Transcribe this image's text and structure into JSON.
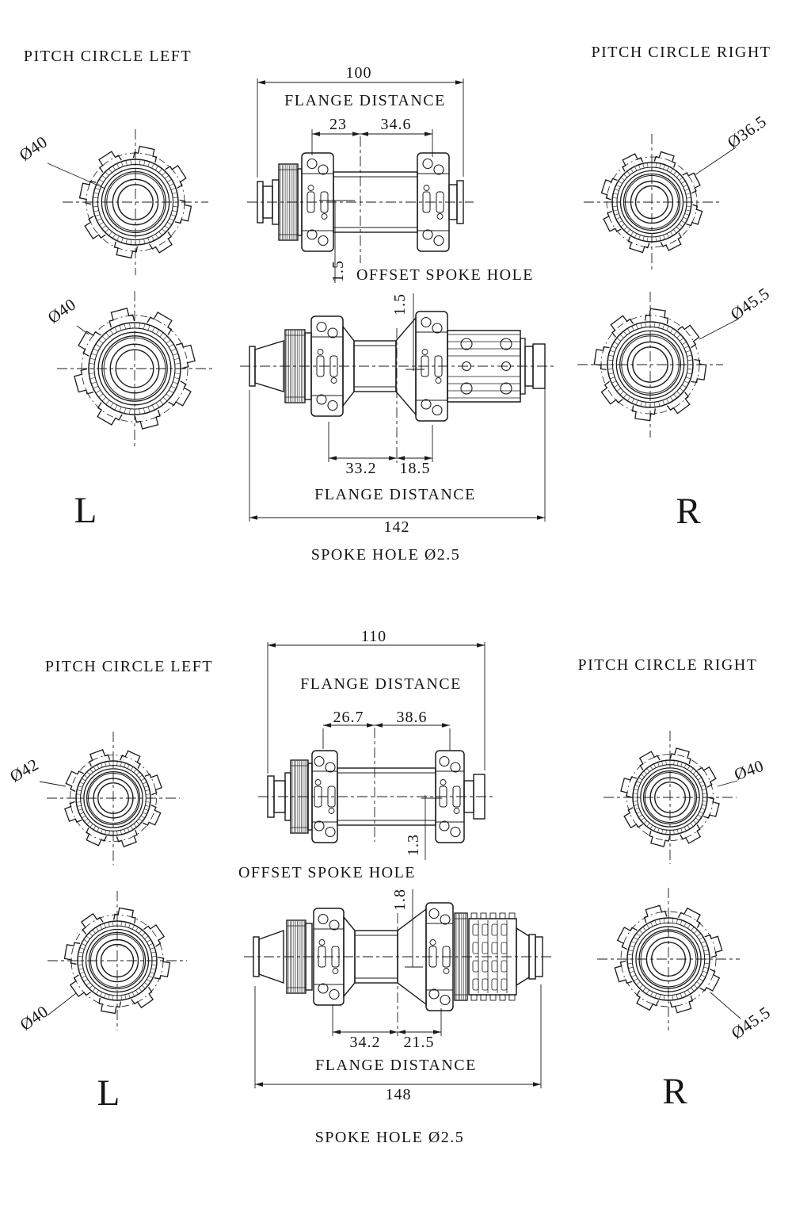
{
  "hubs": [
    {
      "pitch_circle_left_title": "PITCH CIRCLE LEFT",
      "pitch_circle_right_title": "PITCH CIRCLE RIGHT",
      "left_view_label": "L",
      "right_view_label": "R",
      "left_diameters": [
        "Ø40",
        "Ø40"
      ],
      "right_diameters": [
        "Ø36.5",
        "Ø45.5"
      ],
      "front_view": {
        "overall_width": "100",
        "flange_distance_label": "FLANGE DISTANCE",
        "flange_left": "23",
        "flange_right": "34.6",
        "spoke_offset": "1.5"
      },
      "offset_spoke_hole_label": "OFFSET SPOKE HOLE",
      "rear_view": {
        "overall_width": "142",
        "flange_distance_label": "FLANGE DISTANCE",
        "flange_left": "33.2",
        "flange_right": "18.5",
        "spoke_offset": "1.5"
      },
      "spoke_hole_label": "SPOKE HOLE Ø2.5"
    },
    {
      "pitch_circle_left_title": "PITCH CIRCLE LEFT",
      "pitch_circle_right_title": "PITCH CIRCLE RIGHT",
      "left_view_label": "L",
      "right_view_label": "R",
      "left_diameters": [
        "Ø42",
        "Ø40"
      ],
      "right_diameters": [
        "Ø40",
        "Ø45.5"
      ],
      "front_view": {
        "overall_width": "110",
        "flange_distance_label": "FLANGE DISTANCE",
        "flange_left": "26.7",
        "flange_right": "38.6",
        "spoke_offset": "1.3"
      },
      "offset_spoke_hole_label": "OFFSET SPOKE HOLE",
      "rear_view": {
        "overall_width": "148",
        "flange_distance_label": "FLANGE DISTANCE",
        "flange_left": "34.2",
        "flange_right": "21.5",
        "spoke_offset": "1.8"
      },
      "spoke_hole_label": "SPOKE HOLE Ø2.5"
    }
  ]
}
